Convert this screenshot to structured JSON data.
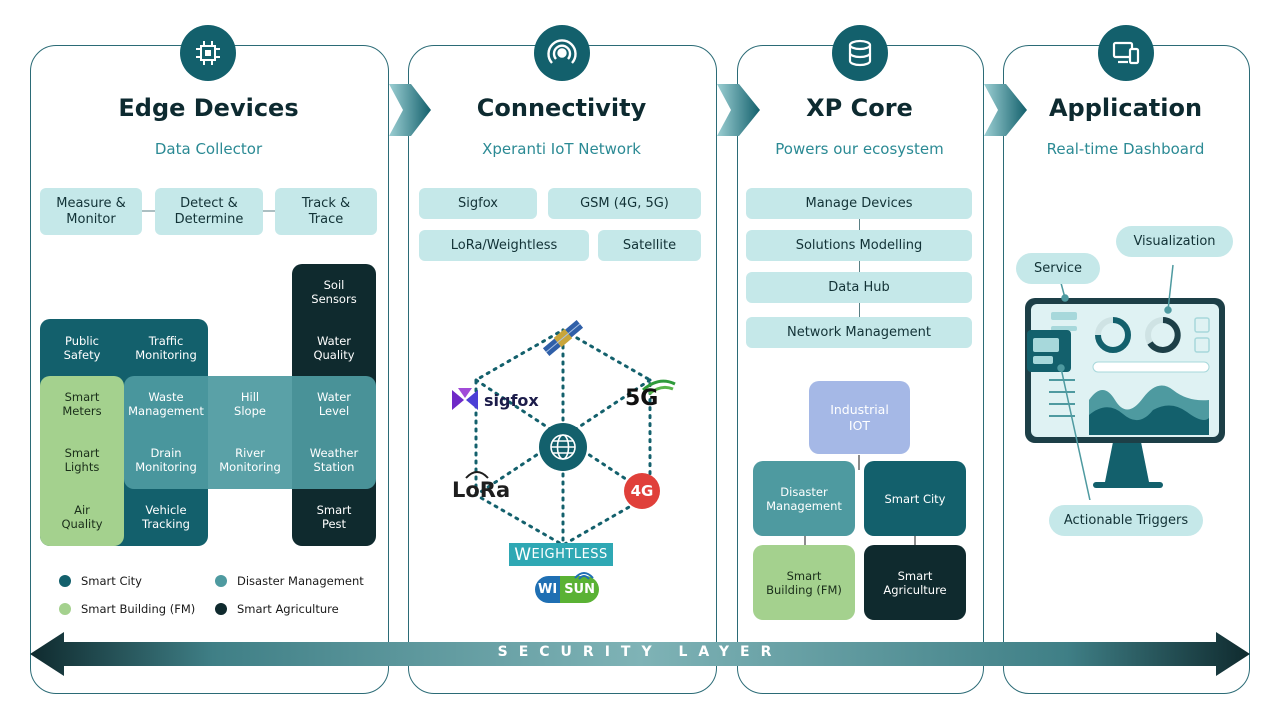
{
  "colors": {
    "smart_city": "#13606c",
    "disaster_management": "#4e9aa0",
    "smart_building": "#a4d18e",
    "smart_agriculture": "#0f2a2e",
    "pill_bg": "#c5e8e9",
    "industrial_iot": "#a5b8e6"
  },
  "panels": [
    {
      "title": "Edge Devices",
      "subtitle": "Data Collector",
      "icon": "chip-icon"
    },
    {
      "title": "Connectivity",
      "subtitle": "Xperanti IoT Network",
      "icon": "signal-icon"
    },
    {
      "title": "XP Core",
      "subtitle": "Powers our ecosystem",
      "icon": "database-icon"
    },
    {
      "title": "Application",
      "subtitle": "Real-time Dashboard",
      "icon": "devices-icon"
    }
  ],
  "edge": {
    "steps": [
      "Measure &\nMonitor",
      "Detect &\nDetermine",
      "Track &\nTrace"
    ],
    "tiles": {
      "public_safety": "Public\nSafety",
      "traffic_monitoring": "Traffic\nMonitoring",
      "soil_sensors": "Soil\nSensors",
      "water_quality": "Water\nQuality",
      "smart_meters": "Smart\nMeters",
      "waste_management": "Waste\nManagement",
      "hill_slope": "Hill\nSlope",
      "water_level": "Water\nLevel",
      "smart_lights": "Smart\nLights",
      "drain_monitoring": "Drain\nMonitoring",
      "river_monitoring": "River\nMonitoring",
      "weather_station": "Weather\nStation",
      "air_quality": "Air\nQuality",
      "vehicle_tracking": "Vehicle\nTracking",
      "smart_pest": "Smart\nPest"
    },
    "legend": [
      "Smart City",
      "Disaster Management",
      "Smart Building (FM)",
      "Smart Agriculture"
    ]
  },
  "connectivity": {
    "pills": [
      "Sigfox",
      "GSM (4G, 5G)",
      "LoRa/Weightless",
      "Satellite"
    ],
    "logos": {
      "sigfox": "sigfox",
      "fiveg": "5G",
      "lora": "LoRa",
      "fourg": "4G",
      "weightless_w": "W",
      "weightless_rest": "EIGHTLESS",
      "wisun_wi": "WI",
      "wisun_sun": "SUN"
    }
  },
  "core": {
    "pills": [
      "Manage Devices",
      "Solutions Modelling",
      "Data Hub",
      "Network Management"
    ],
    "boxes": {
      "industrial_iot": "Industrial\nIOT",
      "disaster_management": "Disaster\nManagement",
      "smart_city": "Smart City",
      "smart_building": "Smart\nBuilding (FM)",
      "smart_agriculture": "Smart\nAgriculture"
    }
  },
  "application": {
    "labels": {
      "service": "Service",
      "visualization": "Visualization",
      "actionable_triggers": "Actionable Triggers"
    }
  },
  "security_layer": "SECURITY LAYER"
}
